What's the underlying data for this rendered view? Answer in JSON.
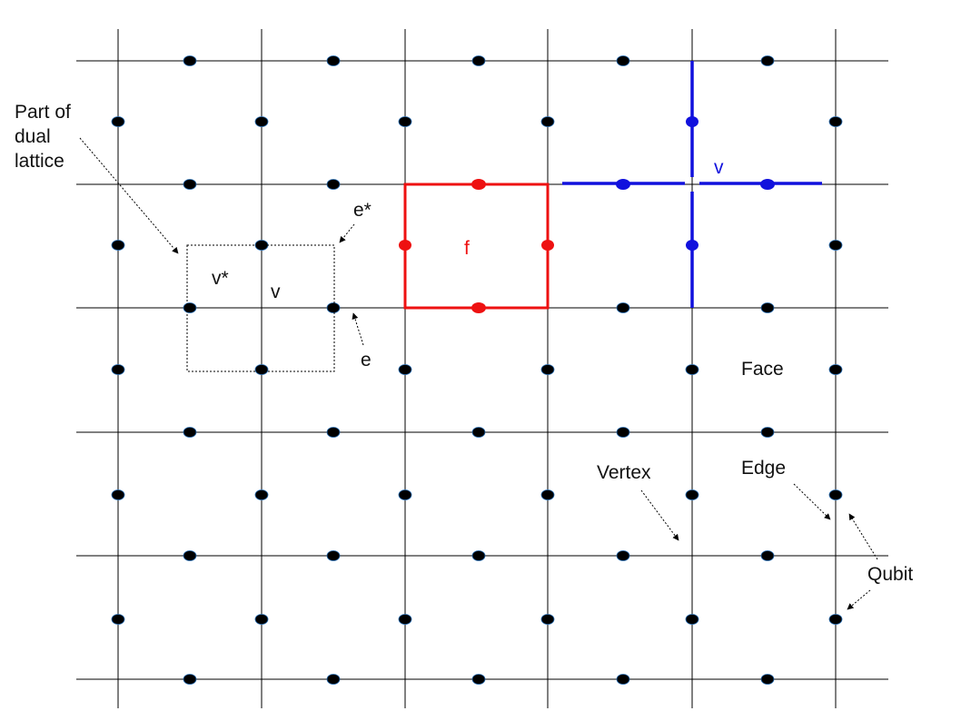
{
  "diagram": {
    "labels": {
      "dual_lattice": [
        "Part of",
        "dual",
        "lattice"
      ],
      "e_star": "e*",
      "v_star": "v*",
      "v_dual": "v",
      "e": "e",
      "f": "f",
      "v_blue": "v",
      "face": "Face",
      "vertex": "Vertex",
      "edge": "Edge",
      "qubit": "Qubit"
    },
    "colors": {
      "grid": "#000000",
      "qubit": "#000000",
      "qubit_outline": "#2a6fb5",
      "face_operator": "#ee1111",
      "vertex_operator": "#1111dd",
      "label": "#111111"
    }
  }
}
